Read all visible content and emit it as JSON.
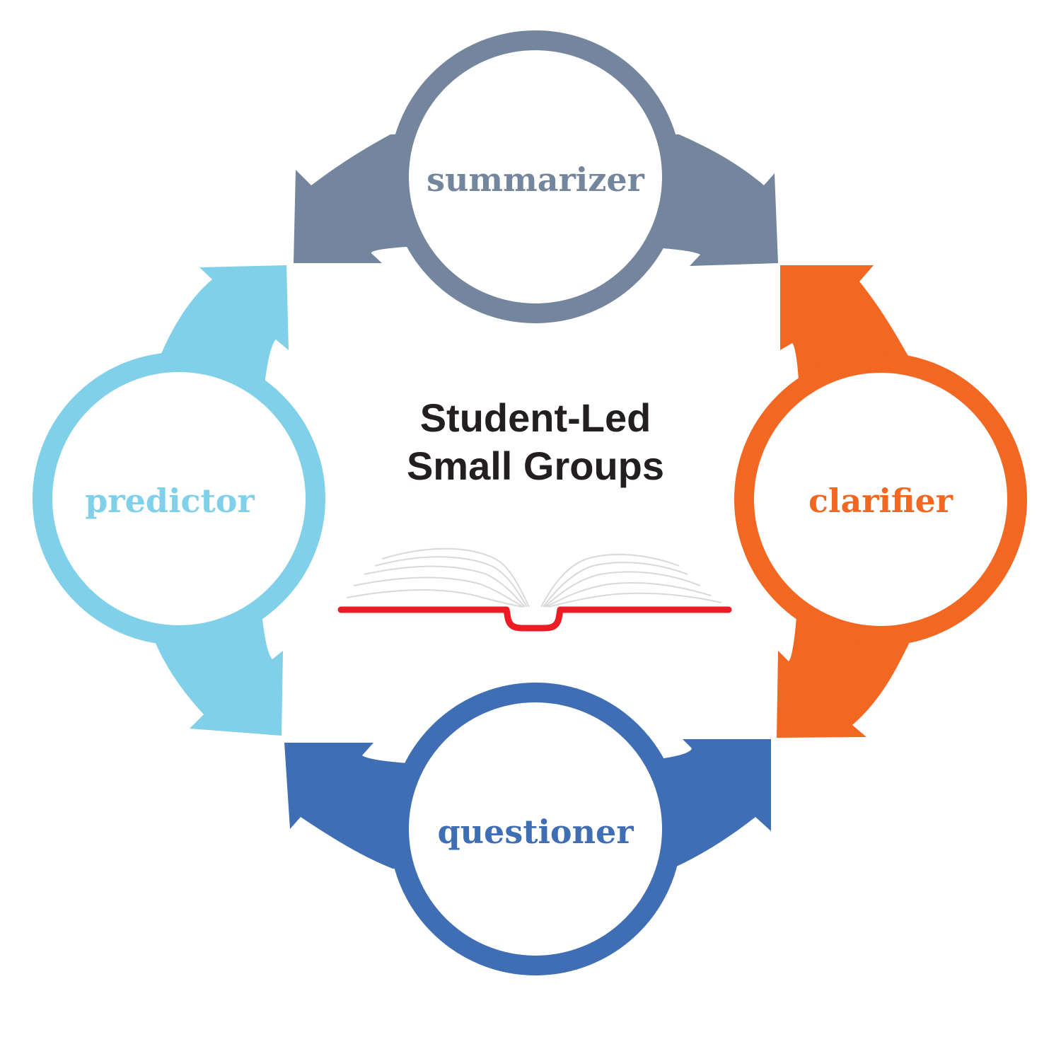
{
  "title": {
    "line1": "Student-Led",
    "line2": "Small Groups"
  },
  "roles": {
    "summarizer": {
      "label": "summarizer",
      "color": "#74859e"
    },
    "clarifier": {
      "label": "clarifier",
      "color": "#f26722"
    },
    "questioner": {
      "label": "questioner",
      "color": "#3f6eb5"
    },
    "predictor": {
      "label": "predictor",
      "color": "#7fd0e8"
    }
  },
  "book": {
    "icon": "open-book-icon",
    "cover_color": "#ed1c24",
    "page_color": "#d9d9d9"
  }
}
